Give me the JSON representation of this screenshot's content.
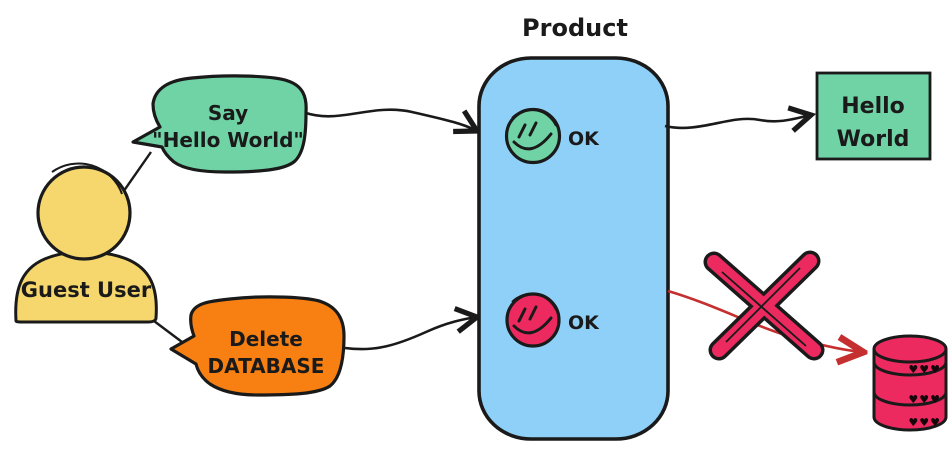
{
  "diagram": {
    "product": {
      "title": "Product",
      "allowed_status": "OK",
      "denied_status": "OK"
    },
    "actor": {
      "label": "Guest User"
    },
    "say_bubble": {
      "line1": "Say",
      "line2": "\"Hello World\""
    },
    "delete_bubble": {
      "line1": "Delete",
      "line2": "DATABASE"
    },
    "output_box": {
      "line1": "Hello",
      "line2": "World"
    },
    "database": {
      "hearts_row": "♥♥♥"
    }
  },
  "colors": {
    "green": "#70d3a6",
    "blue": "#8fd0f8",
    "orange": "#f88012",
    "yellow": "#f6d76d",
    "crimson": "#ec2a60",
    "red": "#c52f2f",
    "ink": "#1a1a1a"
  }
}
